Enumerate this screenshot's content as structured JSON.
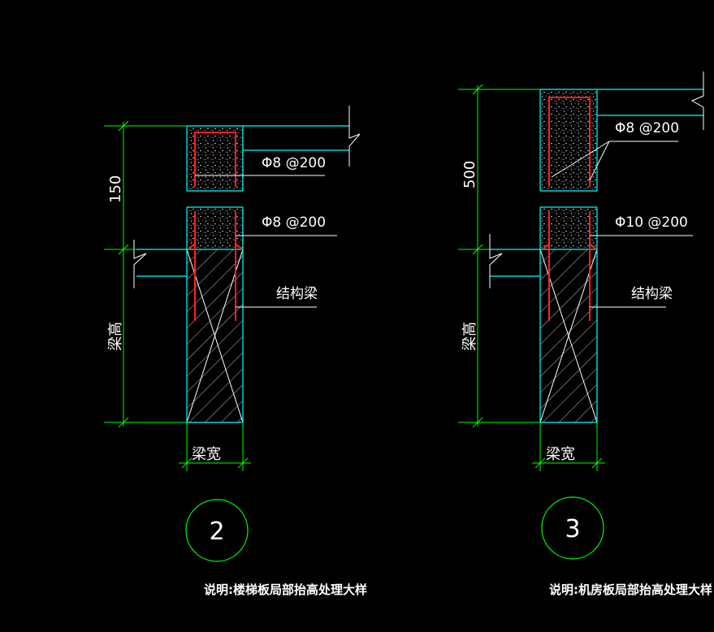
{
  "colors": {
    "background": "#000000",
    "dimension": "#00ff00",
    "outline": "#00ffff",
    "rebar": "#ff2020",
    "text": "#ffffff",
    "hatch": "#c8c8c8"
  },
  "detail2": {
    "dimension_value": "150",
    "height_label": "梁高",
    "width_label": "梁宽",
    "rebar_label_top": "Φ8 @200",
    "rebar_label_mid": "Φ8 @200",
    "beam_label": "结构梁",
    "number": "2",
    "caption": "说明:楼梯板局部抬高处理大样"
  },
  "detail3": {
    "dimension_value": "500",
    "height_label": "梁高",
    "width_label": "梁宽",
    "rebar_label_top": "Φ8 @200",
    "rebar_label_mid": "Φ10 @200",
    "beam_label": "结构梁",
    "number": "3",
    "caption": "说明:机房板局部抬高处理大样"
  }
}
